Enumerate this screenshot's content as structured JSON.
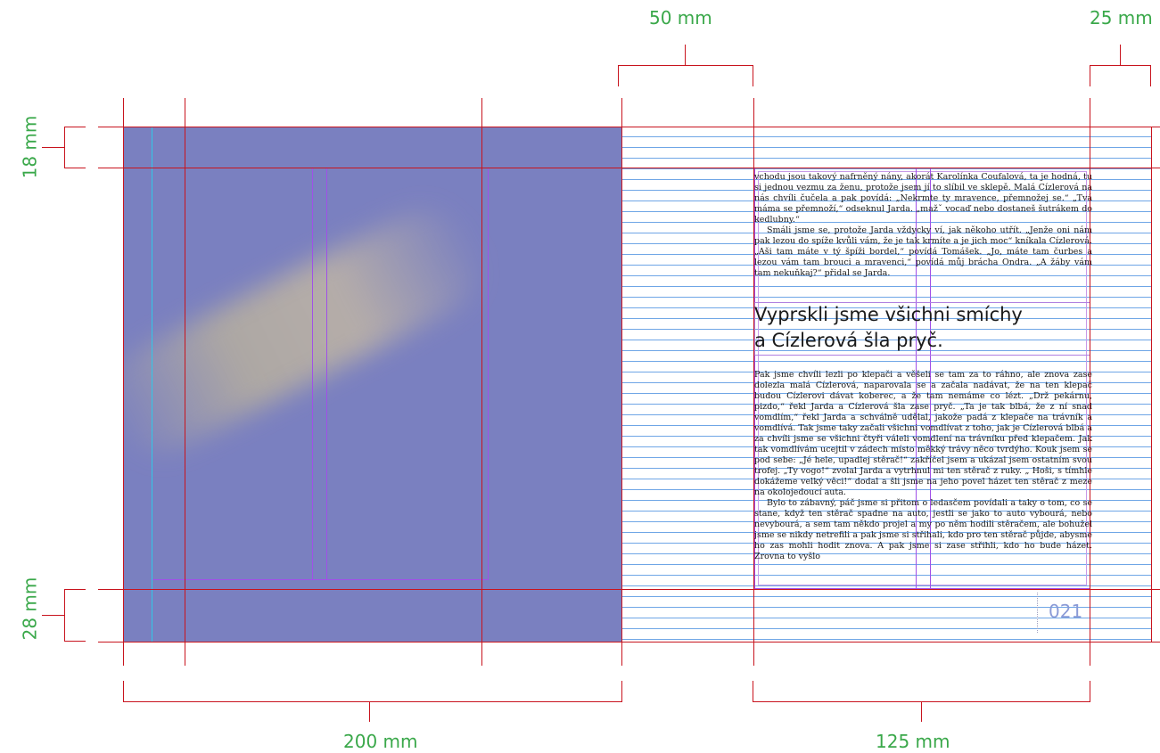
{
  "dimensions": {
    "top_left": "50 mm",
    "top_right": "25 mm",
    "left_top": "18 mm",
    "left_bottom": "28 mm",
    "bottom_left": "200 mm",
    "bottom_right": "125 mm"
  },
  "colors": {
    "guide_red": "#c8141e",
    "dimension_green": "#3aa84a",
    "left_page_fill": "#7a80c0",
    "baseline_grid": "#6fa6e6",
    "margin_purple": "#a050e8",
    "folio_color": "#8a9ad6"
  },
  "right_page": {
    "paragraph_1": "vchodu jsou takový nafrněný nány, akorát Karolínka Coufalová, ta je hodná, tu si jednou vezmu za ženu, protože jsem jí to slíbil ve sklepě. Malá Cízlerová na nás chvíli čučela a pak povídá: „Nekrmte ty mravence, přemnožej se.“ „Tvá máma se přemnoží,“ odseknul Jarda. „mažˇ vocaď nebo dostaneš šutrákem do kedlubny.“",
    "paragraph_2": "Smáli jsme se, protože Jarda vždycky ví, jak někoho utřít. „Jenže oni nám pak lezou do spíže kvůli vám, že je tak krmíte a je jich moc“ kníkala Cízlerová. „Aši tam máte v tý špíži bordel,“ povídá Tomášek. „Jo, máte tam čurbes a lezou vám tam brouci a mravenci,“ povídá můj brácha Ondra. „A žáby vám tam nekuňkaj?“ přidal se Jarda.",
    "heading_line_1": "Vyprskli jsme všichni smíchy",
    "heading_line_2": "a Cízlerová šla pryč.",
    "paragraph_3": "Pak jsme chvíli lezli po klepači a věšeli se tam za to ráhno, ale znova zase dolezla malá Cízlerová, naparovala se a začala nadávat, že na ten klepač budou Cízlerovi dávat koberec, a že tam nemáme co lézt. „Drž pekárnu, pizdo,“ řekl Jarda a Cízlerová šla zase pryč. „Ta je tak blbá, že z ní snad vomdlím,“ řekl Jarda a schválně udělal, jakože padá z klepače na trávník a vomdlívá. Tak jsme taky začali všichni vomdlívat z toho, jak je Cízlerová blbá a za chvíli jsme se všichni čtyři váleli vomdlení na trávníku před klepačem. Jak tak vomdlívám ucejtil v zádech místo měkký trávy něco tvrdýho. Kouk jsem se pod sebe: „Jé hele, upadlej stěrač!“ zakříčel jsem a ukázal jsem ostatním svou trofej. „Ty vogo!“ zvolal Jarda a vytrhnul mi ten stěrač z ruky. „ Hoši, s tímhle dokážeme velký věci!“ dodal a šli jsme na jeho povel házet ten stěrač z meze na okolojedoucí auta.",
    "paragraph_4": "Bylo to zábavný, páč jsme si přitom o ledasčem povídali a taky o tom, co se stane, když ten stěrač spadne na auto, jestli se jako to auto vybourá, nebo nevybourá, a sem tam někdo projel a my po něm hodili stěračem, ale bohužel jsme se nikdy netrefili a pak jsme si střihali, kdo pro ten stěrač půjde, abysme ho zas mohli hodit znova. A pak jsme si zase střihli, kdo ho bude házet. Zrovna to vyšlo",
    "folio": "021"
  }
}
